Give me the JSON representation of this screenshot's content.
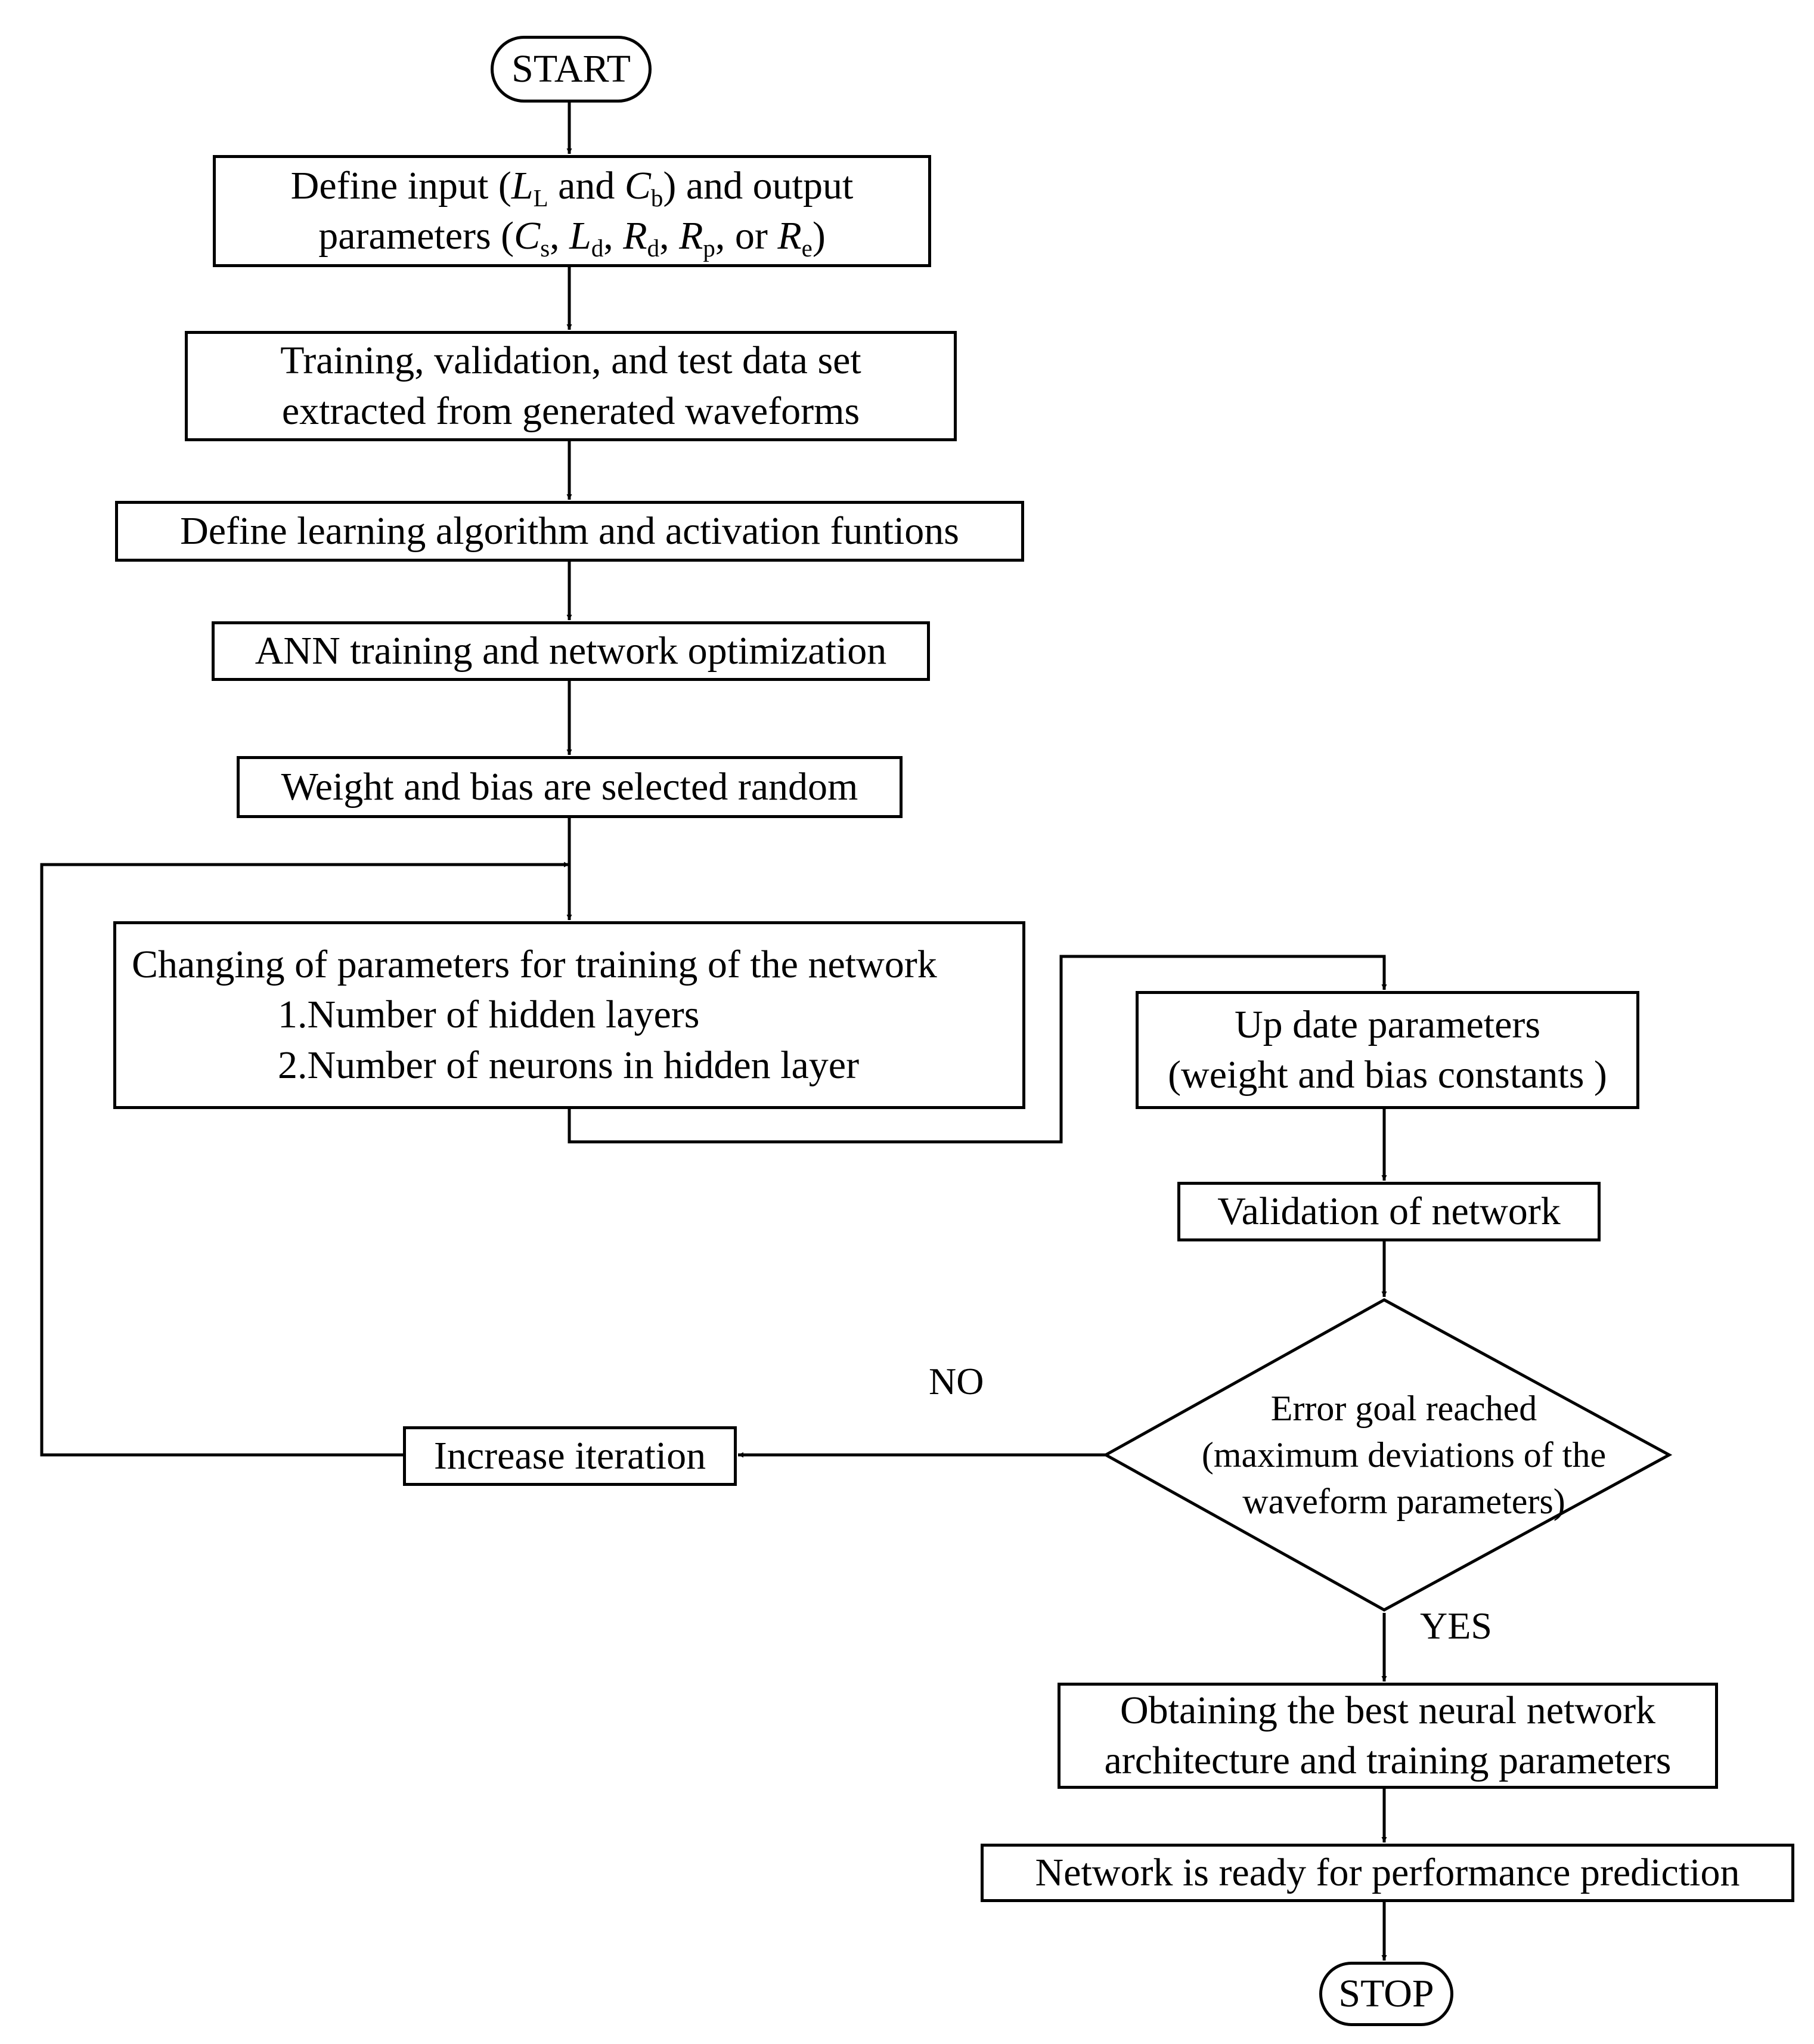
{
  "nodes": {
    "start": "START",
    "define_io": {
      "line1": [
        "Define input (",
        "L",
        "L",
        " and ",
        "C",
        "b",
        ") and output"
      ],
      "line2": [
        "parameters (",
        "C",
        "s",
        ", ",
        "L",
        "d",
        ", ",
        "R",
        "d",
        ", ",
        "R",
        "p",
        ", or ",
        "R",
        "e",
        ")"
      ]
    },
    "data_set": [
      "Training, validation, and test data set",
      "extracted from generated waveforms"
    ],
    "learning_algorithm": "Define learning algorithm and activation funtions",
    "ann_training": "ANN training and network optimization",
    "weight_bias": "Weight and bias are selected random",
    "changing_parameters": [
      "Changing of parameters for training of the network",
      "1.Number of hidden layers",
      "2.Number of neurons in hidden layer"
    ],
    "update_parameters": [
      "Up date parameters",
      "(weight and bias constants )"
    ],
    "validation": "Validation of network",
    "decision": [
      "Error goal reached",
      "(maximum deviations of the",
      "waveform parameters)"
    ],
    "increase_iteration": "Increase iteration",
    "best_network": [
      "Obtaining the best neural network",
      "architecture and training parameters"
    ],
    "ready": "Network is ready for performance prediction",
    "stop": "STOP"
  },
  "edge_labels": {
    "no": "NO",
    "yes": "YES"
  }
}
